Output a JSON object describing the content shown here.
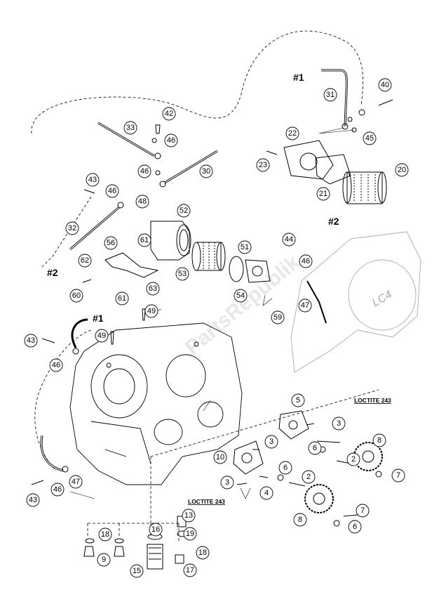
{
  "refs": {
    "r1_top": "#1",
    "r2_top": "#2",
    "r1_mid": "#1",
    "r2_left": "#2"
  },
  "loctite": {
    "upper": "LOCTITE 243",
    "lower": "LOCTITE 243"
  },
  "cover_logo": "LC4",
  "watermark": "PartsRepublik",
  "callouts": [
    "42",
    "46",
    "33",
    "46",
    "30",
    "43",
    "46",
    "48",
    "52",
    "32",
    "56",
    "61",
    "62",
    "60",
    "61",
    "63",
    "53",
    "51",
    "54",
    "59",
    "44",
    "46",
    "47",
    "49",
    "49",
    "43",
    "46",
    "40",
    "31",
    "45",
    "22",
    "23",
    "21",
    "20",
    "5",
    "3",
    "6",
    "2",
    "8",
    "7",
    "10",
    "3",
    "6",
    "2",
    "3",
    "4",
    "8",
    "7",
    "6",
    "43",
    "46",
    "47",
    "13",
    "16",
    "19",
    "18",
    "18",
    "9",
    "15",
    "17"
  ]
}
